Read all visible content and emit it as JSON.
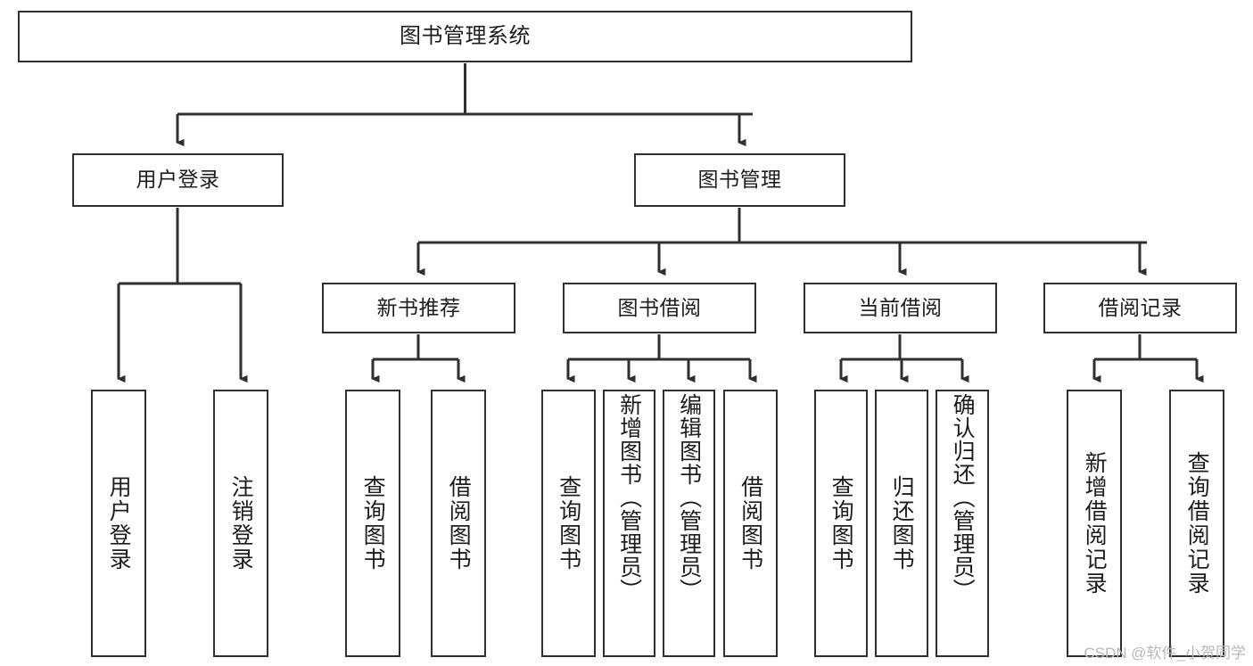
{
  "diagram": {
    "type": "tree-hierarchy-chart",
    "title_text": "图书管理系统",
    "orientation": "top-down",
    "colors": {
      "box_border": "#2f2f2f",
      "box_fill": "#ffffff",
      "connector": "#2f2f2f",
      "text": "#1d1d1d",
      "watermark": "#b8b8b8"
    },
    "levels": {
      "level_1": "系统根节点",
      "level_2": "主模块",
      "level_3": "子模块",
      "level_4": "功能叶节点"
    }
  },
  "nodes": {
    "root": {
      "label": "图书管理系统"
    },
    "level2": [
      {
        "id": "user-login",
        "label": "用户登录"
      },
      {
        "id": "book-management",
        "label": "图书管理"
      }
    ],
    "level3": [
      {
        "id": "new-book-recommend",
        "label": "新书推荐"
      },
      {
        "id": "book-borrow",
        "label": "图书借阅"
      },
      {
        "id": "current-borrow",
        "label": "当前借阅"
      },
      {
        "id": "borrow-record",
        "label": "借阅记录"
      }
    ],
    "leaves": {
      "user_login": [
        {
          "id": "leaf-user-login",
          "label": "用户登录"
        },
        {
          "id": "leaf-logout-login",
          "label": "注销登录"
        }
      ],
      "new_book_recommend": [
        {
          "id": "leaf-query-book-1",
          "label": "查询图书"
        },
        {
          "id": "leaf-borrow-book-1",
          "label": "借阅图书"
        }
      ],
      "book_borrow": [
        {
          "id": "leaf-query-book-2",
          "label": "查询图书"
        },
        {
          "id": "leaf-add-book",
          "label": "新增图书（管理员）"
        },
        {
          "id": "leaf-edit-book",
          "label": "编辑图书（管理员）"
        },
        {
          "id": "leaf-borrow-book-2",
          "label": "借阅图书"
        }
      ],
      "current_borrow": [
        {
          "id": "leaf-query-book-3",
          "label": "查询图书"
        },
        {
          "id": "leaf-return-book",
          "label": "归还图书"
        },
        {
          "id": "leaf-confirm-return",
          "label": "确认归还（管理员）"
        }
      ],
      "borrow_record": [
        {
          "id": "leaf-add-record",
          "label": "新增借阅记录"
        },
        {
          "id": "leaf-query-record",
          "label": "查询借阅记录"
        }
      ]
    }
  },
  "watermark": {
    "text": "CSDN @软件_小贺同学"
  }
}
